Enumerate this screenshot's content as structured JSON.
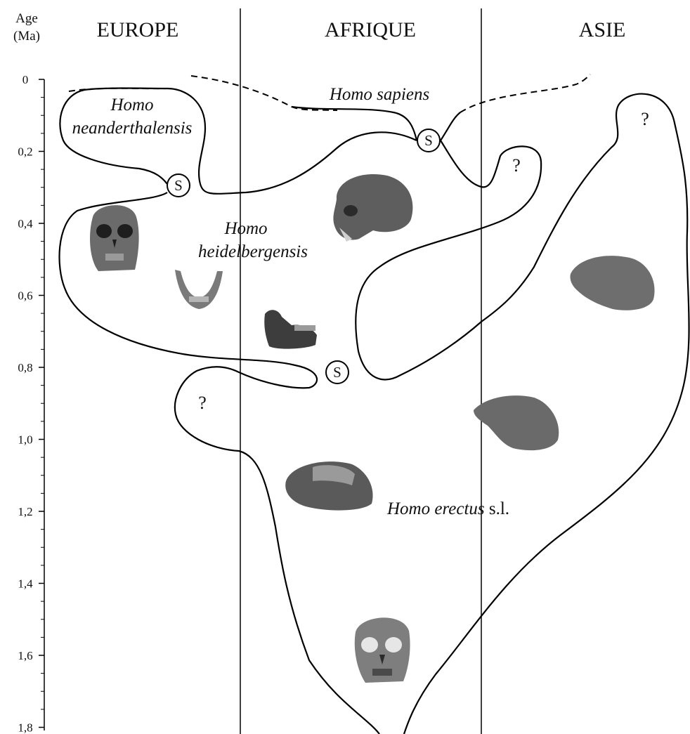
{
  "axis": {
    "title_line1": "Age",
    "title_line2": "(Ma)",
    "ticks": [
      "0",
      "0,2",
      "0,4",
      "0,6",
      "0,8",
      "1,0",
      "1,2",
      "1,4",
      "1,6",
      "1,8"
    ]
  },
  "regions": {
    "europe": "EUROPE",
    "afrique": "AFRIQUE",
    "asie": "ASIE"
  },
  "species": {
    "neanderthalensis_line1": "Homo",
    "neanderthalensis_line2": "neanderthalensis",
    "sapiens": "Homo sapiens",
    "heidelbergensis_line1": "Homo",
    "heidelbergensis_line2": "heidelbergensis",
    "erectus_italic": "Homo erectus",
    "erectus_suffix": " s.l."
  },
  "markers": {
    "speciation": "S",
    "uncertain": "?"
  },
  "fossil_icons": [
    "skull-front-icon",
    "mandible-front-icon",
    "mandible-side-icon",
    "skull-side-icon",
    "calvarium-icon",
    "calvarium-icon",
    "calvarium-icon",
    "skull-front-icon"
  ]
}
